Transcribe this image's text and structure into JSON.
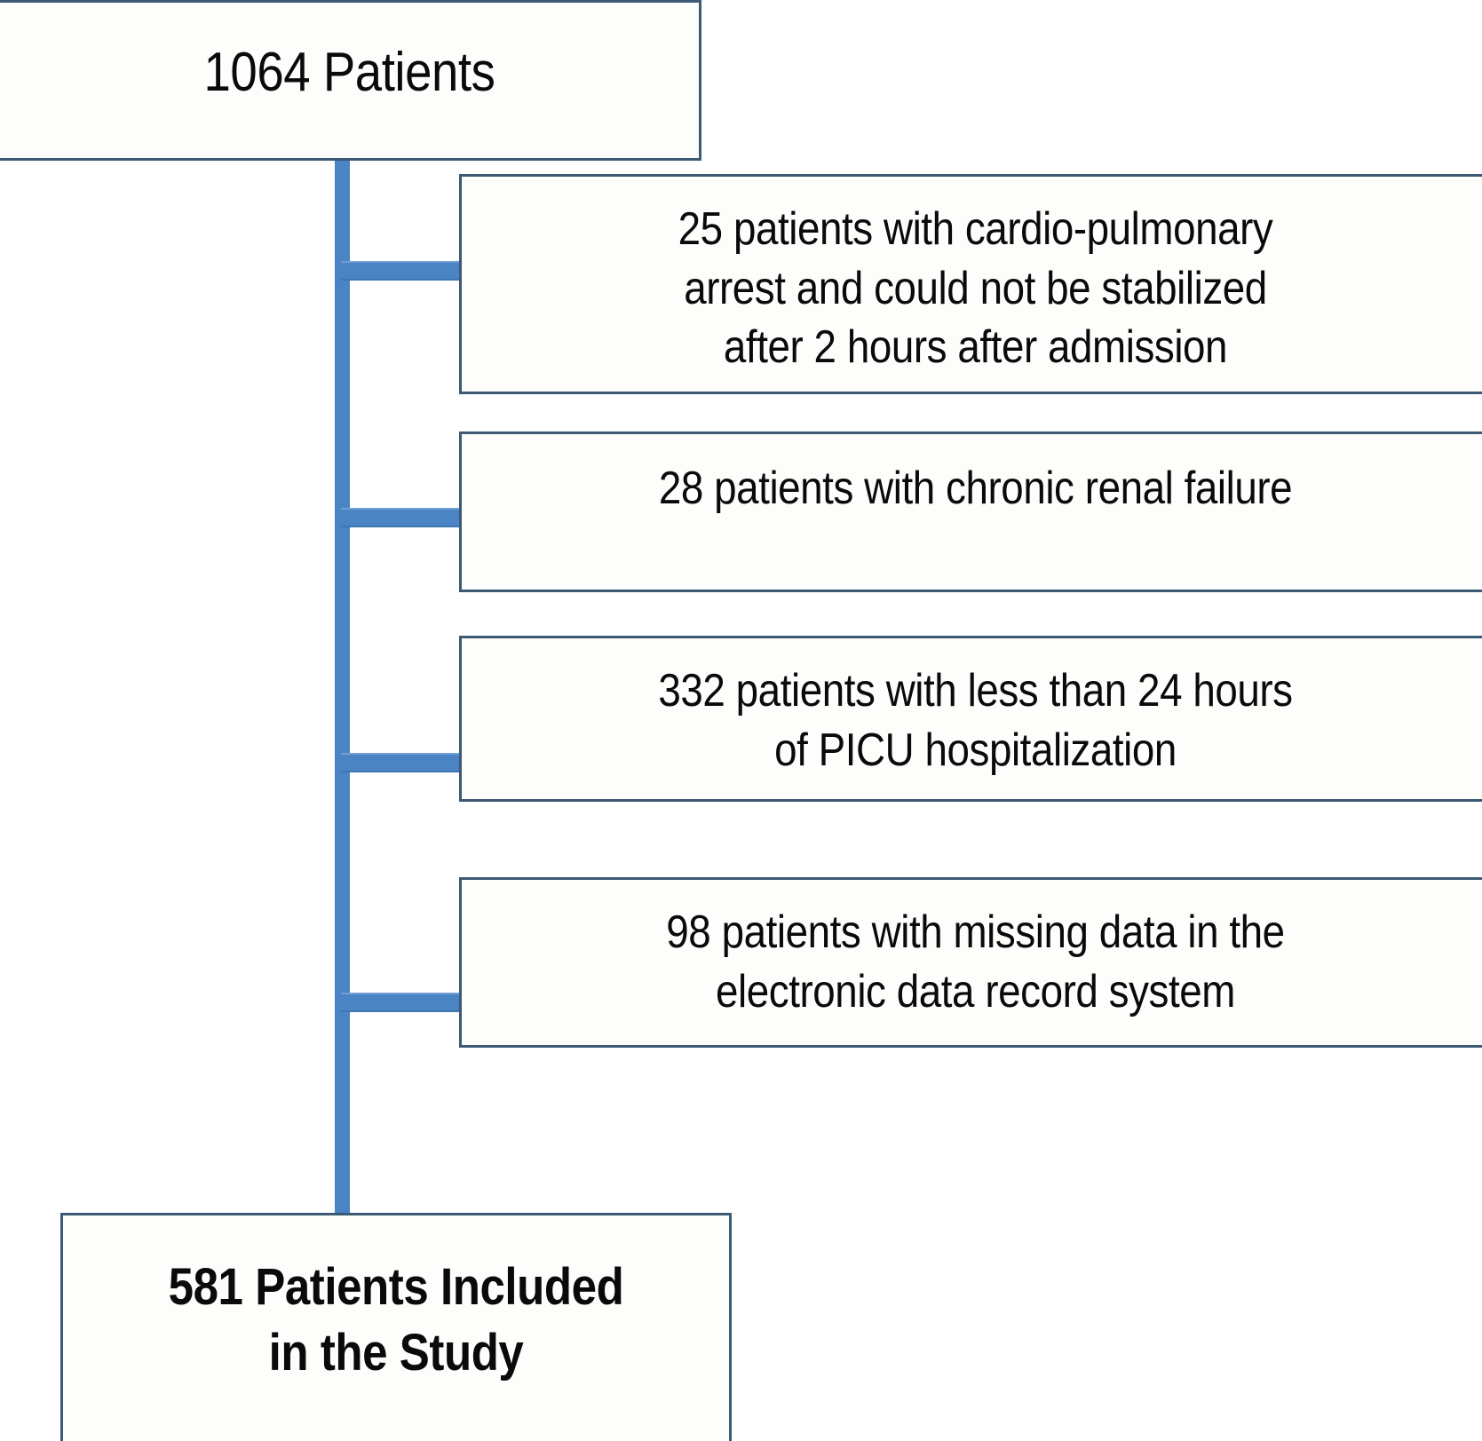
{
  "diagram": {
    "type": "patient-flow-diagram",
    "line_color": "#4a84c4",
    "box_border_color": "#3c5a74",
    "box_fill_color": "#fdfdfb",
    "text_color": "#0a0a0a",
    "enrolled": {
      "label": "1064 Patients",
      "count": 1064
    },
    "exclusions": [
      {
        "label": "25 patients with cardio-pulmonary\narrest and could not be stabilized\nafter 2 hours after admission",
        "count": 25,
        "reason": "cardio-pulmonary arrest and could not be stabilized after 2 hours after admission"
      },
      {
        "label": "28 patients with chronic renal failure",
        "count": 28,
        "reason": "chronic renal failure"
      },
      {
        "label": "332 patients with less than 24 hours\nof PICU hospitalization",
        "count": 332,
        "reason": "less than 24 hours of PICU hospitalization"
      },
      {
        "label": "98 patients with missing data in the\nelectronic data record system",
        "count": 98,
        "reason": "missing data in the electronic data record system"
      }
    ],
    "included": {
      "label": "581 Patients Included\nin the Study",
      "count": 581
    }
  }
}
